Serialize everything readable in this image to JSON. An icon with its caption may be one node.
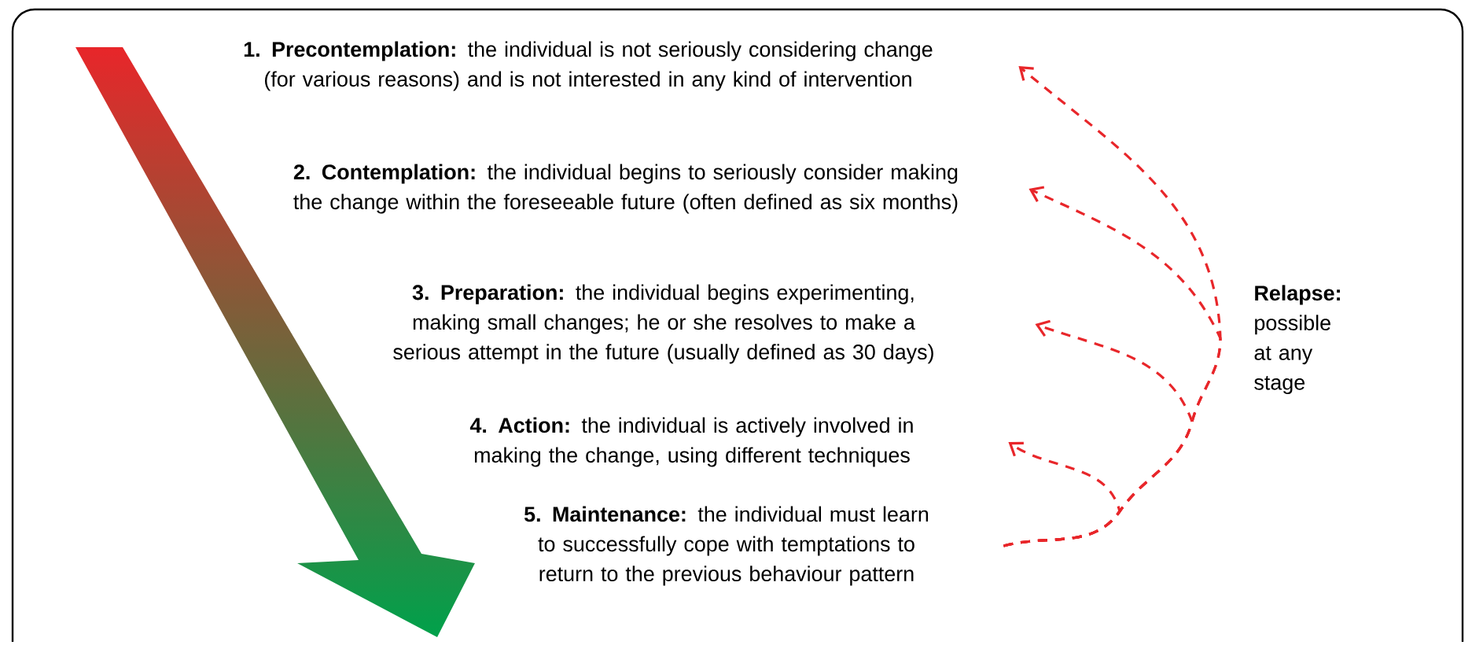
{
  "diagram": {
    "nodes": [
      {
        "text": [
          "**1. Precontemplation:** the individual is not seriously considering change (for various reasons) and is not interested in any kind of intervention"
        ]
      },
      {
        "text": [
          "**2. Contemplation:** the individual begins to seriously consider making the change within the foreseeable future (often defined as six months)"
        ]
      },
      {
        "text": [
          "**3. Preparation:** the individual begins experimenting, making small changes; he or she resolves to make a serious attempt in the future (usually defined as 30 days)"
        ]
      },
      {
        "text": [
          "**4. Action:** the individual is actively involved in making the change, using different techniques"
        ]
      },
      {
        "text": [
          "**5. Maintenance:** the individual must learn to successfully cope with temptations to return to the previous behaviour pattern"
        ]
      }
    ],
    "edges": [
      {
        "from": 4,
        "to": 3,
        "arrow": "to",
        "style": "dashed"
      },
      {
        "from": 4,
        "to": 2,
        "arrow": "to",
        "style": "dashed"
      },
      {
        "from": 4,
        "to": 1,
        "arrow": "to",
        "style": "dashed"
      },
      {
        "from": 4,
        "to": 0,
        "arrow": "to",
        "style": "dashed"
      }
    ],
    "labels": [
      "**Relapse:** possible at any stage"
    ]
  }
}
